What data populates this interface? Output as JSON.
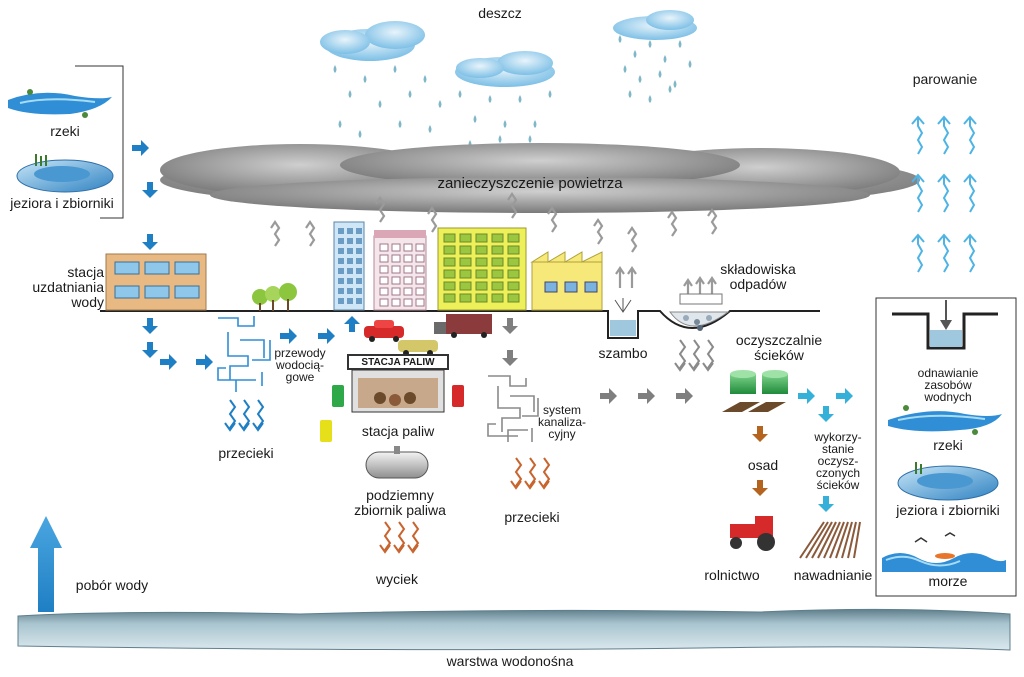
{
  "labels": {
    "rain": "deszcz",
    "evaporation": "parowanie",
    "rivers_left": "rzeki",
    "lakes_left": "jeziora i zbiorniki",
    "air_pollution": "zanieczyszczenie powietrza",
    "treatment_station": "stacja\nuzdatniania\nwody",
    "landfills": "składowiska\nodpadów",
    "water_pipes": "przewody\nwodocią-\ngowe",
    "leaks_left": "przecieki",
    "gas_station": "stacja paliw",
    "gas_sign": "STACJA PALIW",
    "underground_tank": "podziemny\nzbiornik paliwa",
    "spill": "wyciek",
    "sewer_system": "system\nkanaliza-\ncyjny",
    "leaks_mid": "przecieki",
    "septic_tank": "szambo",
    "sewage_plants": "oczyszczalnie\nścieków",
    "sludge": "osad",
    "agriculture": "rolnictwo",
    "reuse": "wykorzy-\nstanie\noczysz-\nczonych\nścieków",
    "irrigation": "nawadnianie",
    "renewal": "odnawianie\nzasobów\nwodnych",
    "rivers_right": "rzeki",
    "lakes_right": "jeziora i zbiorniki",
    "sea": "morze",
    "water_intake": "pobór wody",
    "aquifer": "warstwa wodonośna"
  },
  "colors": {
    "flow_arrow": "#1f7fc4",
    "gray_arrow": "#7f7f7f",
    "leak_blue": "#1f7fc4",
    "leak_orange": "#c8642d",
    "evaporation": "#4fb4e4",
    "cloud_smog": "#8a8a8a",
    "aquifer": "#9fb9c4"
  }
}
